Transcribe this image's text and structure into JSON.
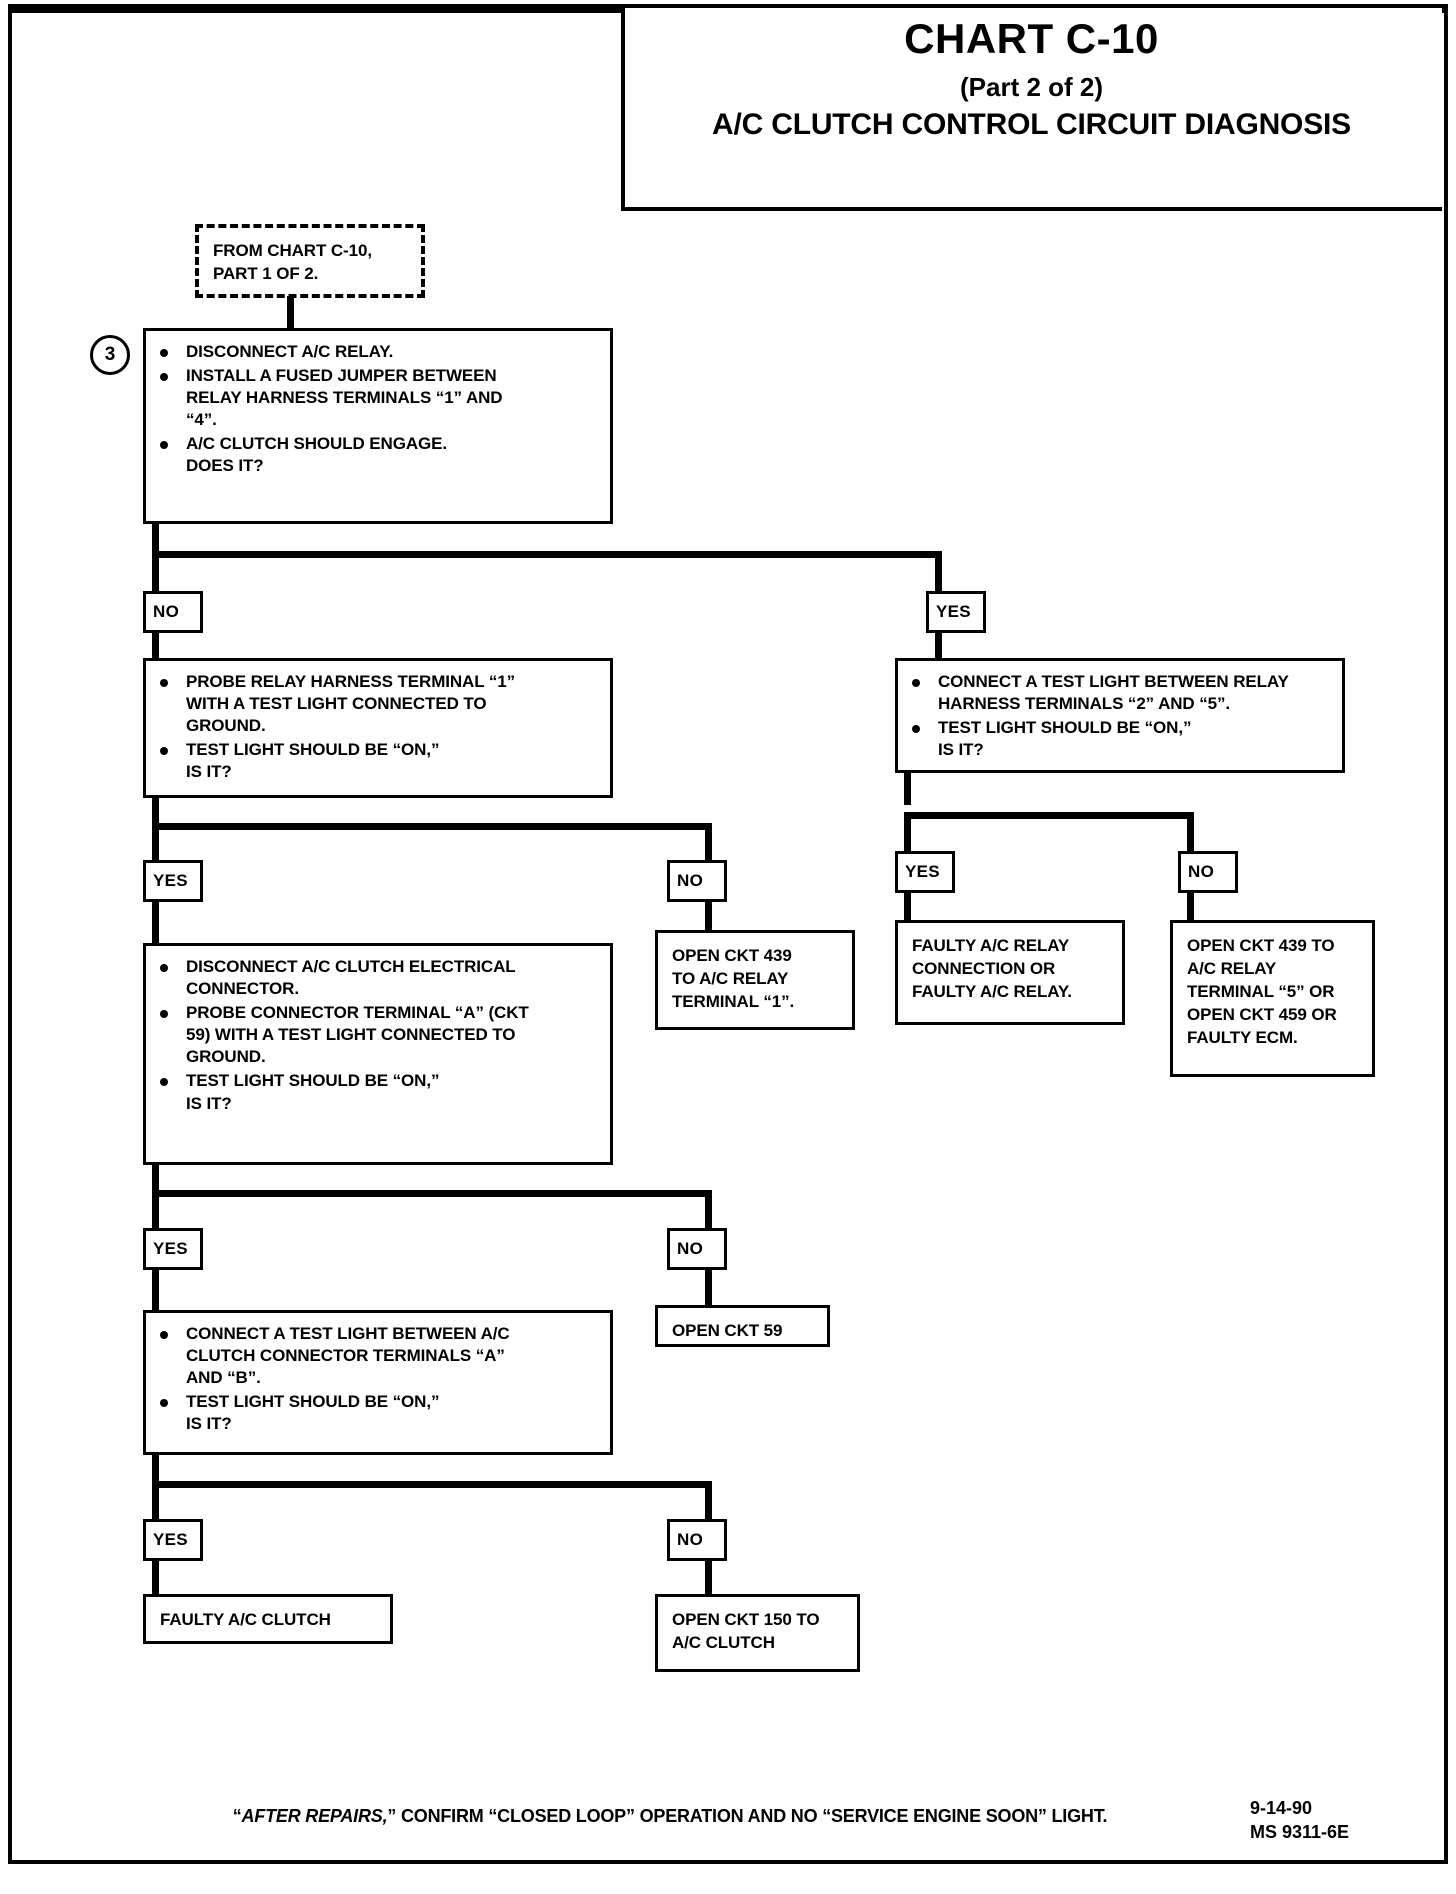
{
  "header": {
    "chart_id": "CHART C-10",
    "part": "(Part 2 of 2)",
    "chart_name": "A/C CLUTCH CONTROL CIRCUIT DIAGNOSIS"
  },
  "entry": {
    "line1": "FROM CHART C-10,",
    "line2": "PART 1 OF 2."
  },
  "step3": {
    "number": "3",
    "bullets": [
      "DISCONNECT A/C RELAY.",
      "INSTALL A FUSED JUMPER BETWEEN RELAY HARNESS TERMINALS “1” AND “4”.",
      "A/C CLUTCH SHOULD ENGAGE. DOES IT?"
    ],
    "bullet_lines": [
      [
        "DISCONNECT A/C RELAY."
      ],
      [
        "INSTALL A FUSED JUMPER BETWEEN",
        "RELAY HARNESS TERMINALS “1” AND",
        "“4”."
      ],
      [
        "A/C CLUTCH SHOULD ENGAGE.",
        "DOES IT?"
      ]
    ]
  },
  "branch_labels": {
    "no": "NO",
    "yes": "YES"
  },
  "left_probe": {
    "bullet_lines": [
      [
        "PROBE RELAY HARNESS TERMINAL “1”",
        "WITH A TEST LIGHT CONNECTED TO",
        "GROUND."
      ],
      [
        "TEST LIGHT SHOULD BE “ON,”",
        "IS IT?"
      ]
    ]
  },
  "right_probe": {
    "bullet_lines": [
      [
        "CONNECT A TEST LIGHT BETWEEN RELAY",
        "HARNESS TERMINALS “2” AND “5”."
      ],
      [
        "TEST LIGHT SHOULD BE “ON,”",
        "IS IT?"
      ]
    ]
  },
  "clutch_probe": {
    "bullet_lines": [
      [
        "DISCONNECT A/C CLUTCH ELECTRICAL",
        "CONNECTOR."
      ],
      [
        "PROBE CONNECTOR TERMINAL “A” (CKT",
        "59) WITH A TEST LIGHT CONNECTED TO",
        "GROUND."
      ],
      [
        "TEST LIGHT SHOULD BE “ON,”",
        "IS IT?"
      ]
    ]
  },
  "clutch_terminals": {
    "bullet_lines": [
      [
        "CONNECT A TEST LIGHT BETWEEN A/C",
        "CLUTCH CONNECTOR TERMINALS “A”",
        "AND “B”."
      ],
      [
        "TEST LIGHT SHOULD BE “ON,”",
        "IS IT?"
      ]
    ]
  },
  "results": {
    "open_ckt_439_t1": [
      "OPEN CKT 439",
      "TO A/C RELAY",
      "TERMINAL “1”."
    ],
    "faulty_relay": [
      "FAULTY A/C RELAY",
      "CONNECTION OR",
      "FAULTY A/C RELAY."
    ],
    "open_ckt_439_t5": [
      "OPEN CKT 439 TO",
      "A/C RELAY",
      "TERMINAL “5” OR",
      "OPEN CKT 459 OR",
      "FAULTY ECM."
    ],
    "open_ckt_59": [
      "OPEN CKT 59"
    ],
    "faulty_clutch": [
      "FAULTY A/C CLUTCH"
    ],
    "open_ckt_150": [
      "OPEN CKT 150 TO",
      "A/C CLUTCH"
    ]
  },
  "footer": {
    "note_prefix": "“",
    "note_italic": "AFTER REPAIRS,",
    "note_rest": "” CONFIRM “CLOSED LOOP” OPERATION AND NO “SERVICE ENGINE SOON” LIGHT.",
    "date": "9-14-90",
    "code": "MS 9311-6E"
  },
  "colors": {
    "ink": "#000000",
    "paper": "#ffffff"
  }
}
